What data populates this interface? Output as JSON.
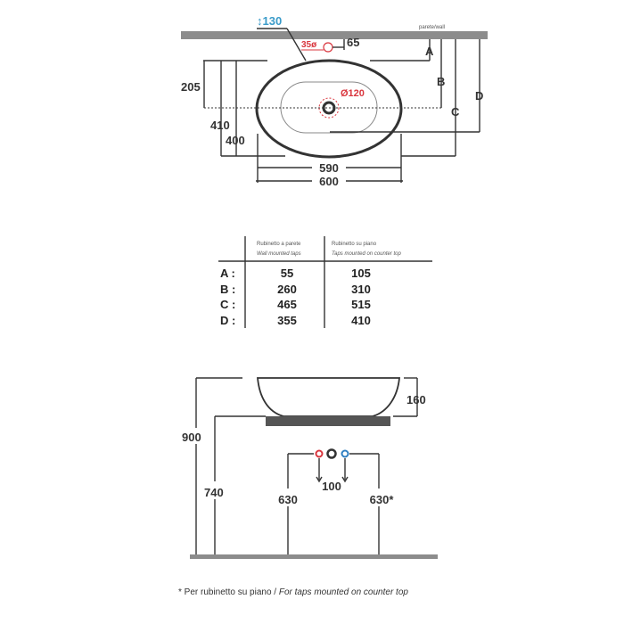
{
  "top_view": {
    "wall_label": "parete/wall",
    "overflow_label": "↕130",
    "tap_hole_label": "35ø",
    "tap_offset_label": "65",
    "drain_label": "Ø120",
    "dims": {
      "d205": "205",
      "d410": "410",
      "d400": "400",
      "d590": "590",
      "d600": "600"
    },
    "refs": {
      "A": "A",
      "B": "B",
      "C": "C",
      "D": "D"
    }
  },
  "table": {
    "col1_header": [
      "Rubinetto a parete",
      "Wall mounted taps"
    ],
    "col2_header": [
      "Rubinetto su piano",
      "Taps mounted on counter top"
    ],
    "rows": [
      {
        "label": "A :",
        "wall": "55",
        "counter": "105"
      },
      {
        "label": "B :",
        "wall": "260",
        "counter": "310"
      },
      {
        "label": "C :",
        "wall": "465",
        "counter": "515"
      },
      {
        "label": "D :",
        "wall": "355",
        "counter": "410"
      }
    ]
  },
  "side_view": {
    "d160": "160",
    "d900": "900",
    "d740": "740",
    "d100": "100",
    "d630": "630",
    "d630_star": "630*",
    "footnote_it": "* Per rubinetto su piano / ",
    "footnote_en": "For taps mounted on counter top"
  },
  "colors": {
    "hot": "#d9363e",
    "cold": "#2f7fc1",
    "accent": "#3a9bc9",
    "wall": "#8c8c8c"
  }
}
